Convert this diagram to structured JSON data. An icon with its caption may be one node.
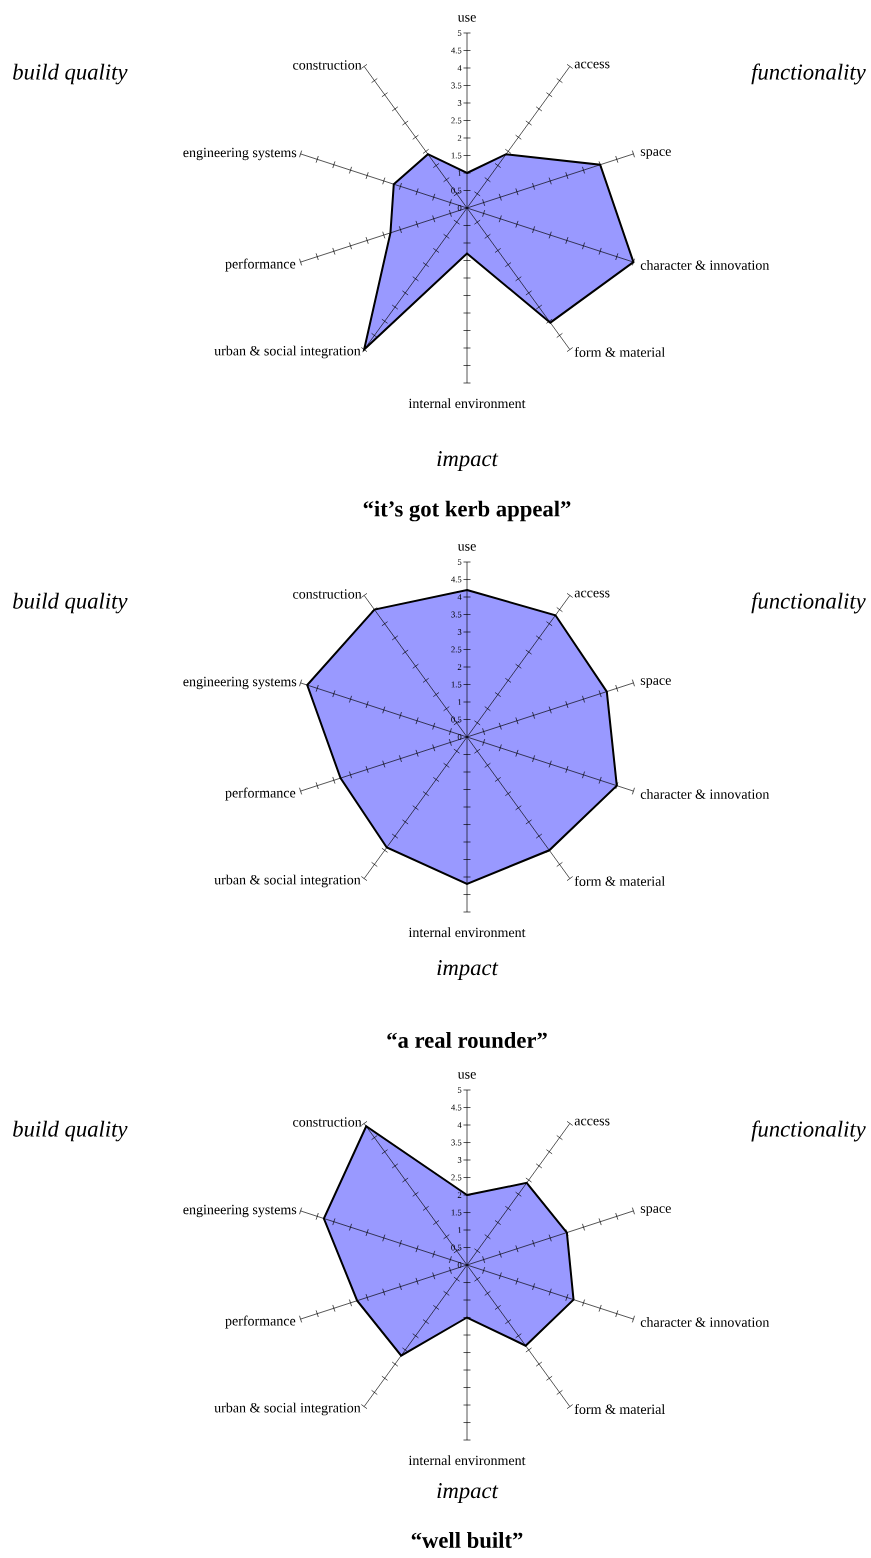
{
  "diagram": {
    "labels": [
      "use",
      "5",
      "4.5",
      "4",
      "3.5",
      "3",
      "2.5",
      "2",
      "1.5",
      "1",
      "0.5",
      "0",
      "construction",
      "access",
      "build quality",
      "functionality",
      "engineering systems",
      "space",
      "performance",
      "character & innovation",
      "urban & social integration",
      "form & material",
      "internal environment",
      "impact",
      "“it’s got kerb appeal”",
      "use",
      "5",
      "4.5",
      "4",
      "3.5",
      "3",
      "2.5",
      "2",
      "1.5",
      "1",
      "0.5",
      "0",
      "construction",
      "access",
      "build quality",
      "functionality",
      "engineering systems",
      "space",
      "performance",
      "character & innovation",
      "urban & social integration",
      "form & material",
      "internal environment",
      "impact",
      "“a real rounder”",
      "use",
      "5",
      "4.5",
      "4",
      "3.5",
      "3",
      "2.5",
      "2",
      "1.5",
      "1",
      "0.5",
      "0",
      "construction",
      "access",
      "build quality",
      "functionality",
      "engineering systems",
      "space",
      "performance",
      "character & innovation",
      "urban & social integration",
      "form & material",
      "internal environment",
      "impact",
      "“well built”"
    ]
  }
}
